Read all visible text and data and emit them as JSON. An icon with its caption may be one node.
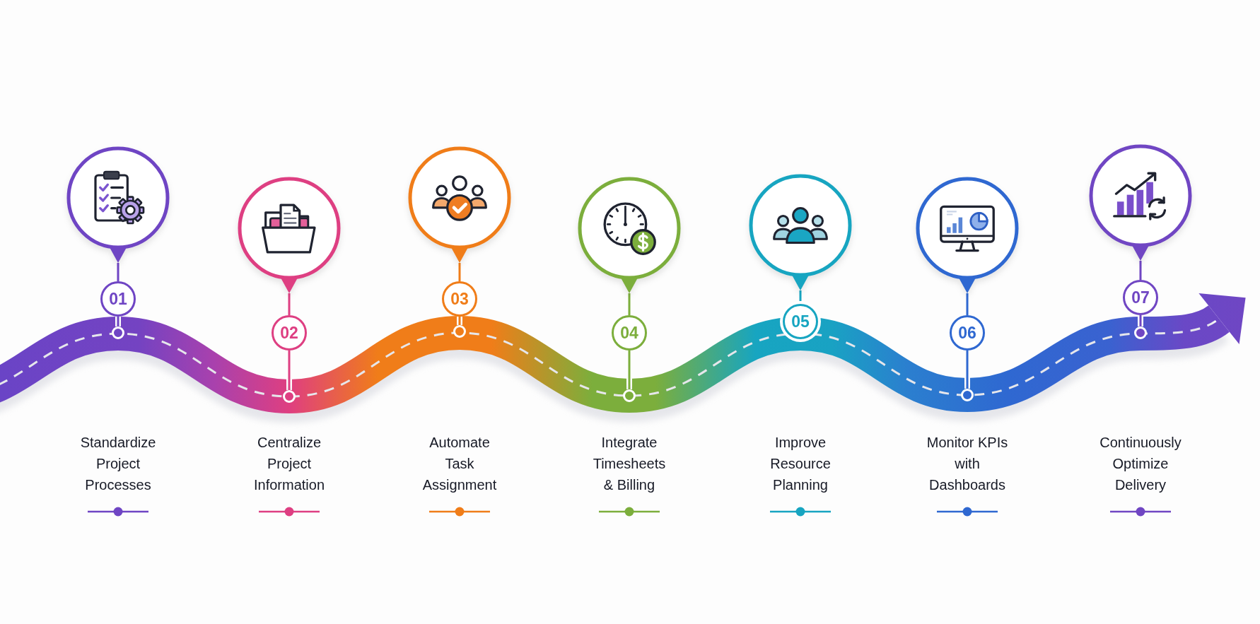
{
  "diagram": {
    "nodes": [
      {
        "text": [],
        "shape": "pin"
      },
      {
        "text": [
          "01"
        ]
      },
      {
        "text": [],
        "shape": "circle"
      },
      {
        "text": [],
        "shape": "pin"
      },
      {
        "text": [
          "02"
        ]
      },
      {
        "text": [],
        "shape": "circle"
      },
      {
        "text": [],
        "shape": "pin"
      },
      {
        "text": [
          "03"
        ]
      },
      {
        "text": [],
        "shape": "circle"
      },
      {
        "text": [],
        "shape": "pin"
      },
      {
        "text": [
          "04"
        ]
      },
      {
        "text": [],
        "shape": "circle"
      },
      {
        "text": [],
        "shape": "pin"
      },
      {
        "text": [
          "05"
        ]
      },
      {
        "text": [],
        "shape": "pin"
      },
      {
        "text": [
          "06"
        ]
      },
      {
        "text": [],
        "shape": "circle"
      },
      {
        "text": [],
        "shape": "pin"
      },
      {
        "text": [
          "07"
        ]
      },
      {
        "text": [],
        "shape": "circle"
      }
    ],
    "edges": [
      {
        "from": 0,
        "to": 1,
        "arrow": "none",
        "color": "#6f45c4"
      },
      {
        "from": 1,
        "to": 2,
        "arrow": "none",
        "color": "#6f45c4"
      },
      {
        "from": 3,
        "to": 4,
        "arrow": "none",
        "color": "#de3f82"
      },
      {
        "from": 4,
        "to": 5,
        "arrow": "none",
        "color": "#de3f82"
      },
      {
        "from": 6,
        "to": 7,
        "arrow": "none",
        "color": "#f07d19"
      },
      {
        "from": 7,
        "to": 8,
        "arrow": "none",
        "color": "#f07d19"
      },
      {
        "from": 9,
        "to": 10,
        "arrow": "none",
        "color": "#7cae3c"
      },
      {
        "from": 10,
        "to": 11,
        "arrow": "none",
        "color": "#7cae3c"
      },
      {
        "from": 12,
        "to": 13,
        "arrow": "none",
        "color": "#17a5c1"
      },
      {
        "from": 14,
        "to": 15,
        "arrow": "none",
        "color": "#2f68d1"
      },
      {
        "from": 15,
        "to": 16,
        "arrow": "none",
        "color": "#2f68d1"
      },
      {
        "from": 17,
        "to": 18,
        "arrow": "none",
        "color": "#7046c3"
      },
      {
        "from": 18,
        "to": 19,
        "arrow": "none",
        "color": "#7046c3"
      }
    ],
    "labels": [
      "Standardize Project Processes",
      "Centralize Project Information",
      "Automate Task Assignment",
      "Integrate Timesheets & Billing",
      "Improve Resource Planning",
      "Monitor KPIs with Dashboards",
      "Continuously Optimize Delivery"
    ]
  }
}
